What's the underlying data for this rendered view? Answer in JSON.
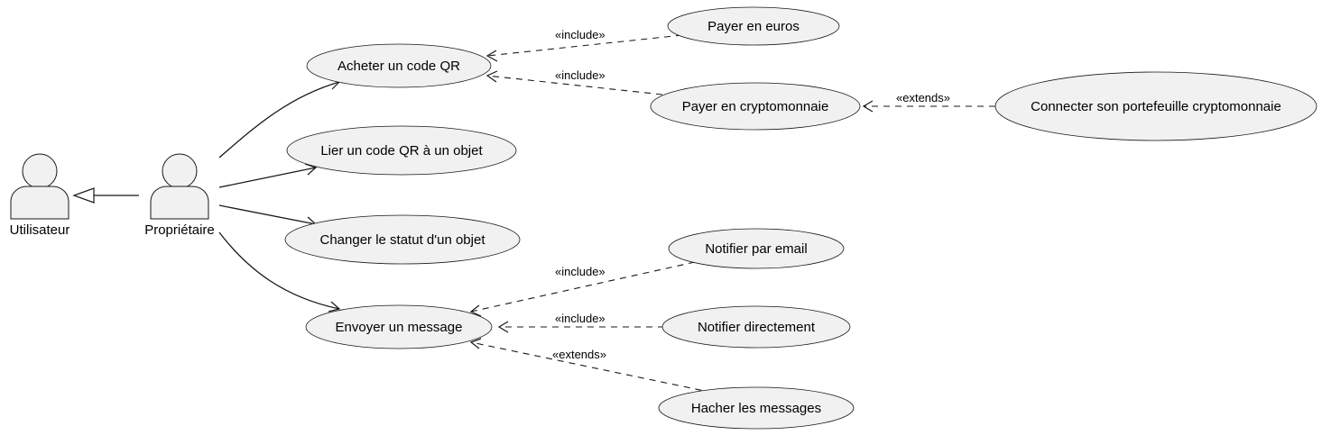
{
  "actors": {
    "utilisateur": "Utilisateur",
    "proprietaire": "Propriétaire"
  },
  "use_cases": {
    "acheter": "Acheter un code QR",
    "lier": "Lier un code QR à un objet",
    "changer": "Changer le statut d'un objet",
    "envoyer": "Envoyer un message",
    "payer_euros": "Payer en euros",
    "payer_crypto": "Payer en cryptomonnaie",
    "connecter": "Connecter son portefeuille cryptomonnaie",
    "notifier_email": "Notifier par email",
    "notifier_direct": "Notifier directement",
    "hacher": "Hacher les messages"
  },
  "edge_labels": {
    "include_euros": "«include»",
    "include_crypto": "«include»",
    "extends_connecter": "«extends»",
    "include_email": "«include»",
    "include_direct": "«include»",
    "extends_hacher": "«extends»"
  },
  "colors": {
    "shape_fill": "#f1f1f1",
    "stroke": "#181818",
    "background": "#ffffff"
  }
}
